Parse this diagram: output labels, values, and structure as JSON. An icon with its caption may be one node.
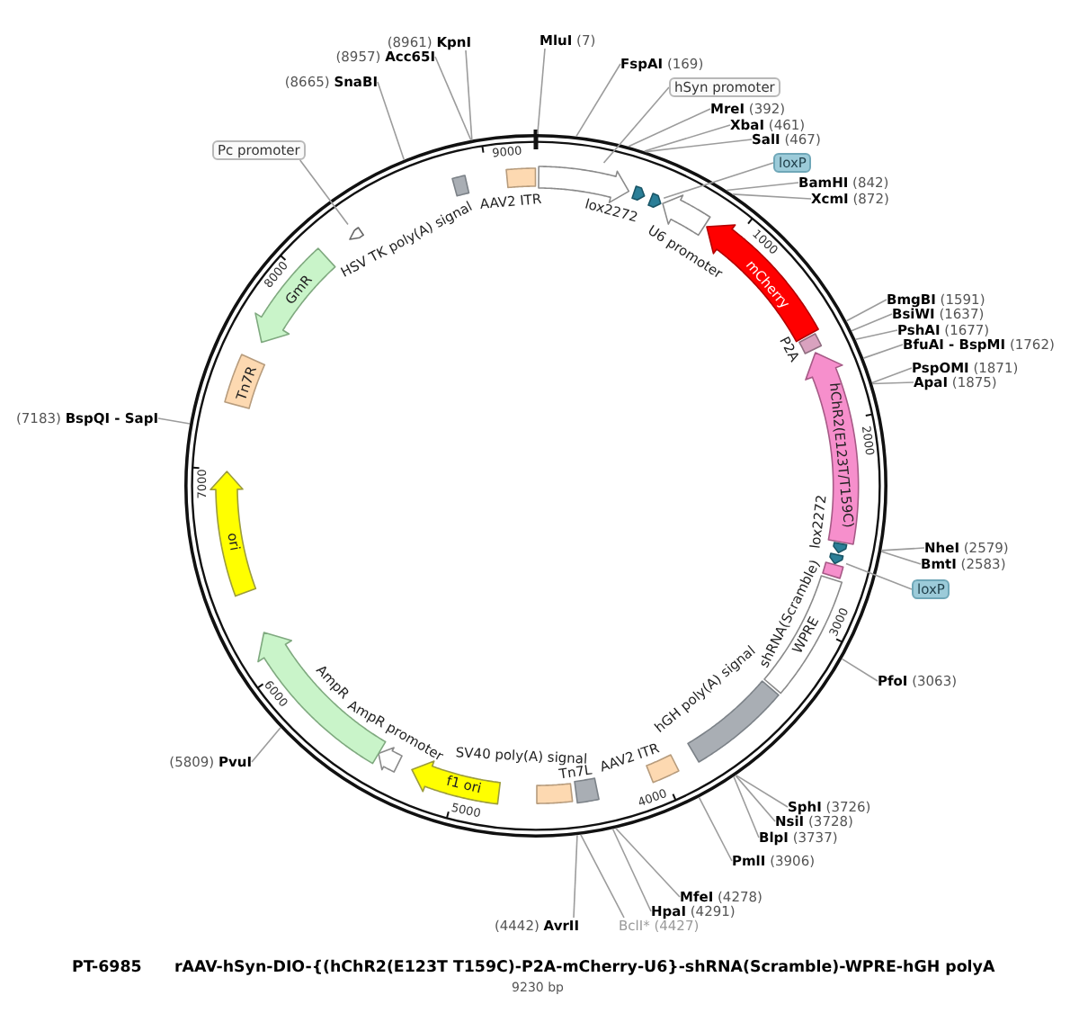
{
  "diagram": {
    "title": "rAAV-hSyn-DIO-{(hChR2(E123T T159C)-P2A-mCherry-U6}-shRNA(Scramble)-WPRE-hGH polyA",
    "caption": "9230 bp",
    "nodes": [
      {
        "text": [],
        "shape": "box",
        "beside": [
          "AAV2 ITR"
        ]
      },
      {
        "text": [],
        "shape": "arrow"
      },
      {
        "text": [],
        "shape": "arrow",
        "beside": [
          "lox2272"
        ]
      },
      {
        "text": [],
        "shape": "arrow"
      },
      {
        "text": [],
        "shape": "arrow",
        "beside": [
          "U6 promoter"
        ]
      },
      {
        "text": [
          "mCherry"
        ]
      },
      {
        "text": [],
        "shape": "box",
        "beside": [
          "P2A"
        ]
      },
      {
        "text": [
          "hChR2(E123T/T159C)"
        ]
      },
      {
        "text": [],
        "shape": "arrow",
        "beside": [
          "lox2272"
        ]
      },
      {
        "text": [],
        "shape": "arrow"
      },
      {
        "text": [],
        "shape": "box",
        "beside": [
          "shRNA(Scramble)"
        ]
      },
      {
        "text": [
          "WPRE"
        ]
      },
      {
        "text": [],
        "shape": "box",
        "beside": [
          "hGH poly(A) signal"
        ]
      },
      {
        "text": [],
        "shape": "box",
        "beside": [
          "AAV2 ITR"
        ]
      },
      {
        "text": [],
        "shape": "box"
      },
      {
        "text": [],
        "shape": "box",
        "beside": [
          "Tn7L"
        ]
      },
      {
        "text": [
          "f1 ori"
        ]
      },
      {
        "text": [],
        "shape": "arrow",
        "beside": [
          "AmpR promoter"
        ]
      },
      {
        "text": [],
        "shape": "arrow",
        "beside": [
          "AmpR"
        ]
      },
      {
        "text": [
          "ori"
        ]
      },
      {
        "text": [
          "Tn7R"
        ]
      },
      {
        "text": [
          "GmR"
        ]
      },
      {
        "text": [],
        "shape": "arrow"
      },
      {
        "text": [],
        "shape": "box",
        "beside": [
          "HSV TK poly(A) signal"
        ]
      },
      {
        "text": [
          "Pc promoter"
        ]
      },
      {
        "text": [
          "hSyn promoter"
        ]
      },
      {
        "text": [
          "loxP"
        ]
      },
      {
        "text": [
          "loxP"
        ]
      },
      {
        "text": [
          "**MluI** (7)"
        ]
      },
      {
        "text": [
          "**FspAI** (169)"
        ]
      },
      {
        "text": [
          "**MreI** (392)"
        ]
      },
      {
        "text": [
          "**XbaI** (461)"
        ]
      },
      {
        "text": [
          "**SalI** (467)"
        ]
      },
      {
        "text": [
          "**BamHI** (842)"
        ]
      },
      {
        "text": [
          "**XcmI** (872)"
        ]
      },
      {
        "text": [
          "**BmgBI** (1591)"
        ]
      },
      {
        "text": [
          "**BsiWI** (1637)"
        ]
      },
      {
        "text": [
          "**PshAI** (1677)"
        ]
      },
      {
        "text": [
          "**BfuAI - BspMI** (1762)"
        ]
      },
      {
        "text": [
          "**PspOMI** (1871)"
        ]
      },
      {
        "text": [
          "**ApaI** (1875)"
        ]
      },
      {
        "text": [
          "**NheI** (2579)"
        ]
      },
      {
        "text": [
          "**BmtI** (2583)"
        ]
      },
      {
        "text": [
          "**PfoI** (3063)"
        ]
      },
      {
        "text": [
          "**SphI** (3726)"
        ]
      },
      {
        "text": [
          "**NsiI** (3728)"
        ]
      },
      {
        "text": [
          "**BlpI** (3737)"
        ]
      },
      {
        "text": [
          "**PmlI** (3906)"
        ]
      },
      {
        "text": [
          "**MfeI** (4278)"
        ]
      },
      {
        "text": [
          "**HpaI** (4291)"
        ]
      },
      {
        "text": [
          "BclI* (4427)"
        ]
      },
      {
        "text": [
          "(4442) **AvrII**"
        ]
      },
      {
        "text": [
          "(5809) **PvuI**"
        ]
      },
      {
        "text": [
          "(7183) **BspQI - SapI**"
        ]
      },
      {
        "text": [
          "(8665) **SnaBI**"
        ]
      },
      {
        "text": [
          "(8957) **Acc65I**"
        ]
      },
      {
        "text": [
          "(8961) **KpnI**"
        ]
      }
    ],
    "edges": [
      {
        "from": 24,
        "to": 22,
        "arrow": "none"
      },
      {
        "from": 25,
        "to": 1,
        "arrow": "none"
      },
      {
        "from": 26,
        "to": 3,
        "arrow": "none"
      },
      {
        "from": 27,
        "to": 9,
        "arrow": "none"
      },
      {
        "from": 28,
        "to": null,
        "arrow": "none"
      },
      {
        "from": 29,
        "to": null,
        "arrow": "none"
      },
      {
        "from": 30,
        "to": null,
        "arrow": "none"
      },
      {
        "from": 31,
        "to": null,
        "arrow": "none"
      },
      {
        "from": 32,
        "to": null,
        "arrow": "none"
      },
      {
        "from": 33,
        "to": null,
        "arrow": "none"
      },
      {
        "from": 34,
        "to": null,
        "arrow": "none"
      },
      {
        "from": 35,
        "to": null,
        "arrow": "none"
      },
      {
        "from": 36,
        "to": null,
        "arrow": "none"
      },
      {
        "from": 37,
        "to": null,
        "arrow": "none"
      },
      {
        "from": 38,
        "to": null,
        "arrow": "none"
      },
      {
        "from": 39,
        "to": null,
        "arrow": "none"
      },
      {
        "from": 40,
        "to": null,
        "arrow": "none"
      },
      {
        "from": 41,
        "to": null,
        "arrow": "none"
      },
      {
        "from": 42,
        "to": null,
        "arrow": "none"
      },
      {
        "from": 43,
        "to": null,
        "arrow": "none"
      },
      {
        "from": 44,
        "to": null,
        "arrow": "none"
      },
      {
        "from": 45,
        "to": null,
        "arrow": "none"
      },
      {
        "from": 46,
        "to": null,
        "arrow": "none"
      },
      {
        "from": 47,
        "to": null,
        "arrow": "none"
      },
      {
        "from": 48,
        "to": null,
        "arrow": "none"
      },
      {
        "from": 49,
        "to": null,
        "arrow": "none"
      },
      {
        "from": 50,
        "to": null,
        "arrow": "none"
      },
      {
        "from": 51,
        "to": null,
        "arrow": "none"
      },
      {
        "from": 52,
        "to": null,
        "arrow": "none"
      },
      {
        "from": 53,
        "to": null,
        "arrow": "none"
      },
      {
        "from": 54,
        "to": null,
        "arrow": "none"
      },
      {
        "from": 55,
        "to": null,
        "arrow": "none"
      },
      {
        "from": 56,
        "to": null,
        "arrow": "none"
      }
    ],
    "labels": [
      "1000",
      "2000",
      "3000",
      "4000",
      "5000",
      "6000",
      "7000",
      "8000",
      "9000",
      "SV40 poly(A) signal",
      "PT-6985"
    ]
  }
}
